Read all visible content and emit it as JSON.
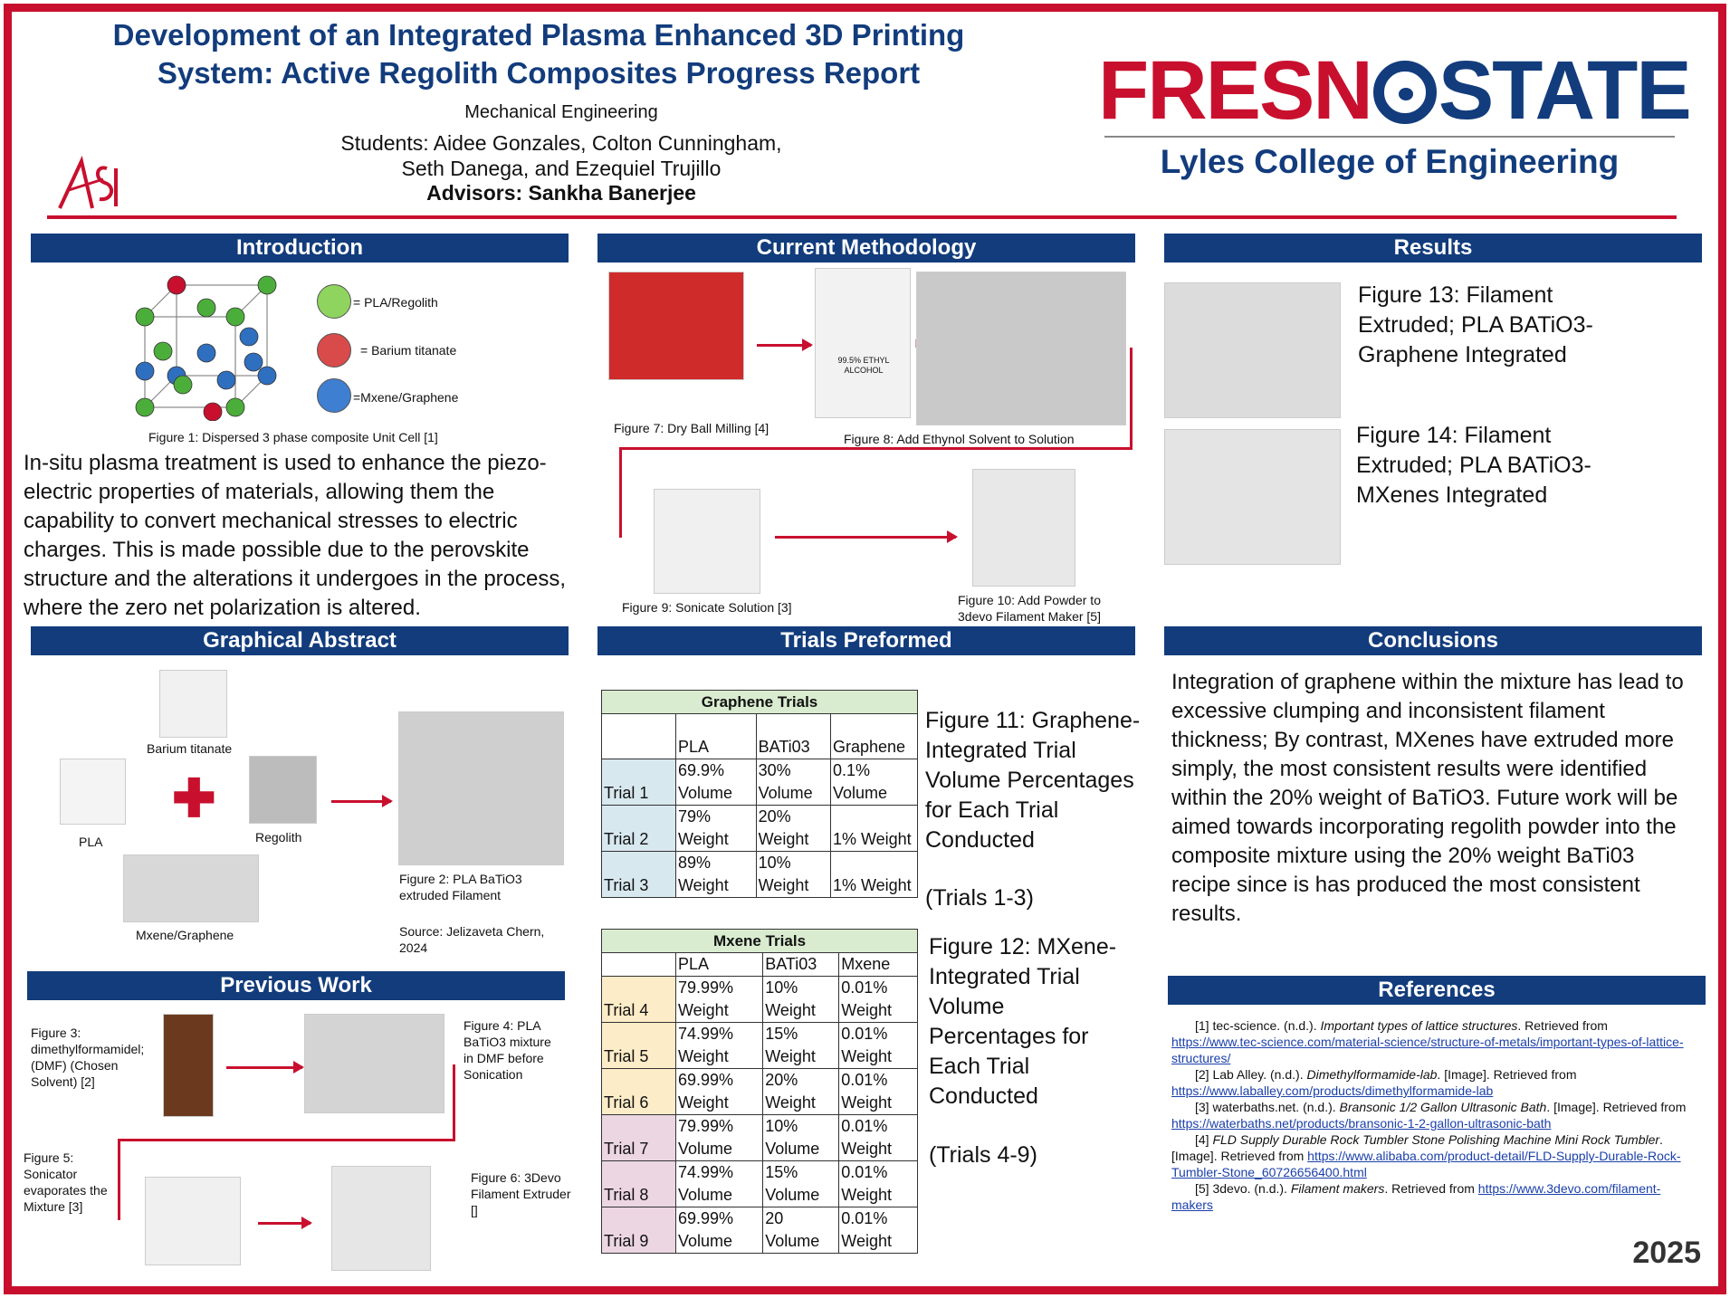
{
  "header": {
    "title_line1": "Development of an Integrated Plasma Enhanced 3D Printing",
    "title_line2": "System: Active Regolith Composites Progress Report",
    "department": "Mechanical Engineering",
    "students_line1": "Students: Aidee Gonzales, Colton Cunningham,",
    "students_line2": "Seth Danega, and Ezequiel Trujillo",
    "advisors": "Advisors: Sankha Banerjee",
    "logo_left": "ASI",
    "logo_fresno": "FRESN",
    "logo_state": "STATE",
    "college": "Lyles College of Engineering",
    "colors": {
      "red": "#c8102e",
      "blue": "#123c7c"
    }
  },
  "introduction": {
    "heading": "Introduction",
    "legend": [
      "= PLA/Regolith",
      "= Barium titanate",
      "=Mxene/Graphene"
    ],
    "fig1_caption": "Figure 1: Dispersed 3 phase composite Unit Cell [1]",
    "body": "In-situ plasma treatment is used to enhance the piezo-electric properties of materials, allowing them the capability to convert mechanical stresses to electric charges. This is made possible due to the perovskite structure and the alterations it undergoes in the process, where the zero net polarization is altered."
  },
  "methodology": {
    "heading": "Current Methodology",
    "fig7": "Figure 7: Dry Ball Milling [4]",
    "fig8": "Figure 8: Add Ethynol Solvent to Solution",
    "fig9": "Figure 9: Sonicate Solution [3]",
    "fig10_line1": "Figure 10: Add Powder to",
    "fig10_line2": "3devo Filament Maker [5]",
    "bottle_label": "99.5% ETHYL ALCOHOL"
  },
  "results": {
    "heading": "Results",
    "fig13": "Figure 13: Filament Extruded; PLA BATiO3-Graphene Integrated",
    "fig14": "Figure 14: Filament Extruded; PLA BATiO3-MXenes Integrated"
  },
  "graphical_abstract": {
    "heading": "Graphical Abstract",
    "barium": "Barium titanate",
    "pla": "PLA",
    "regolith": "Regolith",
    "mxene": "Mxene/Graphene",
    "fig2_line1": "Figure 2: PLA BaTiO3",
    "fig2_line2": "extruded Filament",
    "source_line1": "Source: Jelizaveta Chern,",
    "source_line2": "2024"
  },
  "trials": {
    "heading": "Trials Preformed",
    "graphene": {
      "title": "Graphene Trials",
      "columns": [
        "",
        "PLA",
        "BATi03",
        "Graphene"
      ],
      "rows": [
        [
          "Trial 1",
          "69.9% Volume",
          "30% Volume",
          "0.1% Volume"
        ],
        [
          "Trial 2",
          "79% Weight",
          "20% Weight",
          "1% Weight"
        ],
        [
          "Trial 3",
          "89% Weight",
          "10% Weight",
          "1% Weight"
        ]
      ]
    },
    "graphene_caption": "Figure 11: Graphene-Integrated Trial Volume Percentages for Each Trial Conducted",
    "graphene_range": "(Trials 1-3)",
    "mxene": {
      "title": "Mxene Trials",
      "columns": [
        "",
        "PLA",
        "BATi03",
        "Mxene"
      ],
      "rows": [
        [
          "Trial 4",
          "79.99% Weight",
          "10% Weight",
          "0.01% Weight"
        ],
        [
          "Trial 5",
          "74.99% Weight",
          "15% Weight",
          "0.01% Weight"
        ],
        [
          "Trial 6",
          "69.99% Weight",
          "20% Weight",
          "0.01% Weight"
        ],
        [
          "Trial 7",
          "79.99% Volume",
          "10% Volume",
          "0.01% Weight"
        ],
        [
          "Trial 8",
          "74.99% Volume",
          "15% Volume",
          "0.01% Weight"
        ],
        [
          "Trial 9",
          "69.99% Volume",
          "20 Volume",
          "0.01% Weight"
        ]
      ]
    },
    "mxene_caption": "Figure 12:  MXene-Integrated Trial Volume Percentages for Each Trial Conducted",
    "mxene_range": "(Trials 4-9)"
  },
  "conclusions": {
    "heading": "Conclusions",
    "body": "Integration of graphene within the mixture has lead to excessive clumping and inconsistent filament thickness; By contrast, MXenes have extruded more simply, the most consistent results were identified within the 20% weight of BaTiO3. Future work will be aimed towards incorporating regolith powder into the composite mixture using the 20% weight BaTi03 recipe since is has produced the most consistent results."
  },
  "previous_work": {
    "heading": "Previous Work",
    "fig3": "Figure 3: dimethylformamidel; (DMF) (Chosen Solvent) [2]",
    "fig4": "Figure 4: PLA BaTiO3 mixture in DMF before Sonication",
    "fig5": "Figure 5: Sonicator evaporates the Mixture [3]",
    "fig6": "Figure 6:  3Devo Filament Extruder []"
  },
  "references": {
    "heading": "References",
    "items": [
      {
        "pre": "[1] tec-science. (n.d.). ",
        "title": "Important types of lattice structures",
        "post": ". Retrieved from ",
        "link": "https://www.tec-science.com/material-science/structure-of-metals/important-types-of-lattice-structures/"
      },
      {
        "pre": "[2] Lab Alley. (n.d.). ",
        "title": "Dimethylformamide-lab",
        "post": ". [Image]. Retrieved from ",
        "link": "https://www.laballey.com/products/dimethylformamide-lab"
      },
      {
        "pre": "[3] waterbaths.net. (n.d.). ",
        "title": "Bransonic 1/2 Gallon Ultrasonic Bath",
        "post": ". [Image]. Retrieved from ",
        "link": "https://waterbaths.net/products/bransonic-1-2-gallon-ultrasonic-bath"
      },
      {
        "pre": "[4] ",
        "title": "FLD Supply Durable Rock Tumbler Stone Polishing Machine Mini Rock Tumbler",
        "post": ". [Image]. Retrieved from ",
        "link": "https://www.alibaba.com/product-detail/FLD-Supply-Durable-Rock-Tumbler-Stone_60726656400.html"
      },
      {
        "pre": "[5] 3devo. (n.d.). ",
        "title": "Filament makers",
        "post": ". Retrieved from ",
        "link": "https://www.3devo.com/filament-makers"
      }
    ]
  },
  "year": "2025"
}
